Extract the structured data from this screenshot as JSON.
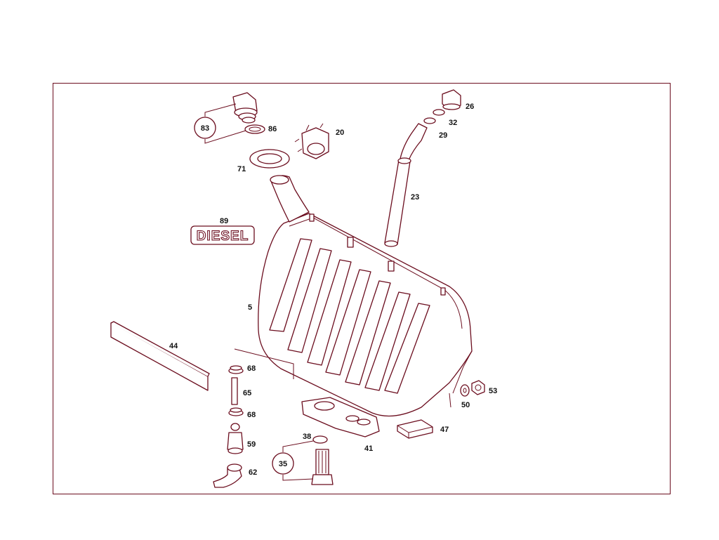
{
  "colors": {
    "line": "#6b0d1e",
    "text": "#111111",
    "background": "#ffffff"
  },
  "badge": {
    "text": "DIESEL"
  },
  "callouts": {
    "c83": "83",
    "c86": "86",
    "c71": "71",
    "c20": "20",
    "c26": "26",
    "c32": "32",
    "c29": "29",
    "c23": "23",
    "c89": "89",
    "c5": "5",
    "c44": "44",
    "c68a": "68",
    "c65": "65",
    "c68b": "68",
    "c59": "59",
    "c62": "62",
    "c38": "38",
    "c35": "35",
    "c41": "41",
    "c47": "47",
    "c50": "50",
    "c53": "53"
  }
}
